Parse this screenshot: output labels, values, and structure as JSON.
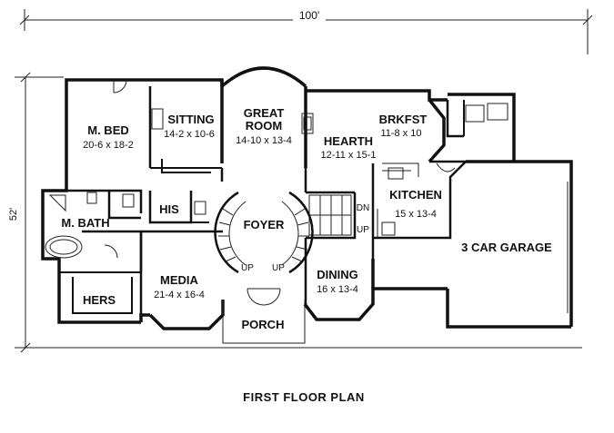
{
  "dimensions": {
    "width_label": "100'",
    "depth_label": "52'"
  },
  "rooms": {
    "master_bed": {
      "name": "M. BED",
      "size": "20-6 x 18-2"
    },
    "sitting": {
      "name": "SITTING",
      "size": "14-2 x 10-6"
    },
    "great_room": {
      "name_line1": "GREAT",
      "name_line2": "ROOM",
      "size": "14-10 x 13-4"
    },
    "hearth": {
      "name": "HEARTH",
      "size": "12-11 x 15-1"
    },
    "brkfst": {
      "name": "BRKFST",
      "size": "11-8 x 10"
    },
    "kitchen": {
      "name": "KITCHEN",
      "size": "15 x 13-4"
    },
    "master_bath": {
      "name": "M. BATH"
    },
    "his": {
      "name": "HIS"
    },
    "hers": {
      "name": "HERS"
    },
    "foyer": {
      "name": "FOYER"
    },
    "media": {
      "name": "MEDIA",
      "size": "21-4 x 16-4"
    },
    "dining": {
      "name": "DINING",
      "size": "16 x 13-4"
    },
    "porch": {
      "name": "PORCH"
    },
    "garage": {
      "name": "3 CAR GARAGE"
    }
  },
  "stairs": {
    "up_left": "UP",
    "up_right": "UP",
    "dn": "DN",
    "up_kitchen": "UP"
  },
  "caption": "FIRST FLOOR PLAN"
}
